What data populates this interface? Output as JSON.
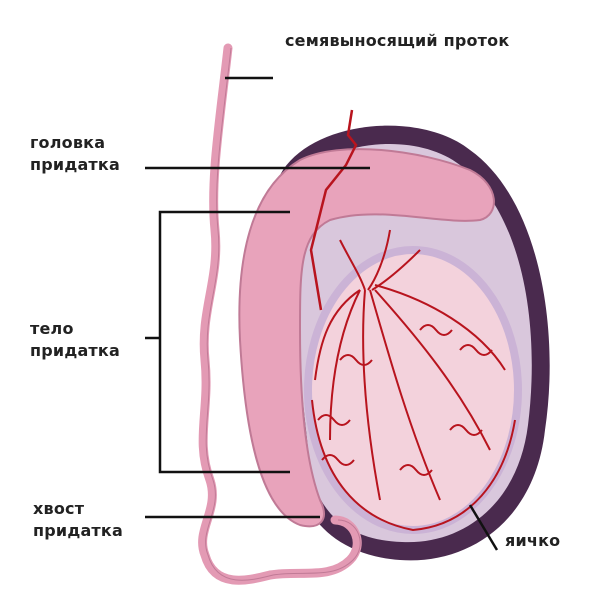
{
  "labels": {
    "vas_deferens": "семявыносящий проток",
    "head_line1": "головка",
    "head_line2": "придатка",
    "body_line1": "тело",
    "body_line2": "придатка",
    "tail_line1": "хвост",
    "tail_line2": "придатка",
    "testis": "яичко"
  },
  "colors": {
    "tunica": "#4a2a4e",
    "epididymis": "#e8a3bb",
    "testis": "#f3d2dc",
    "vessels": "#b8141e",
    "leader_lines": "#111111"
  }
}
